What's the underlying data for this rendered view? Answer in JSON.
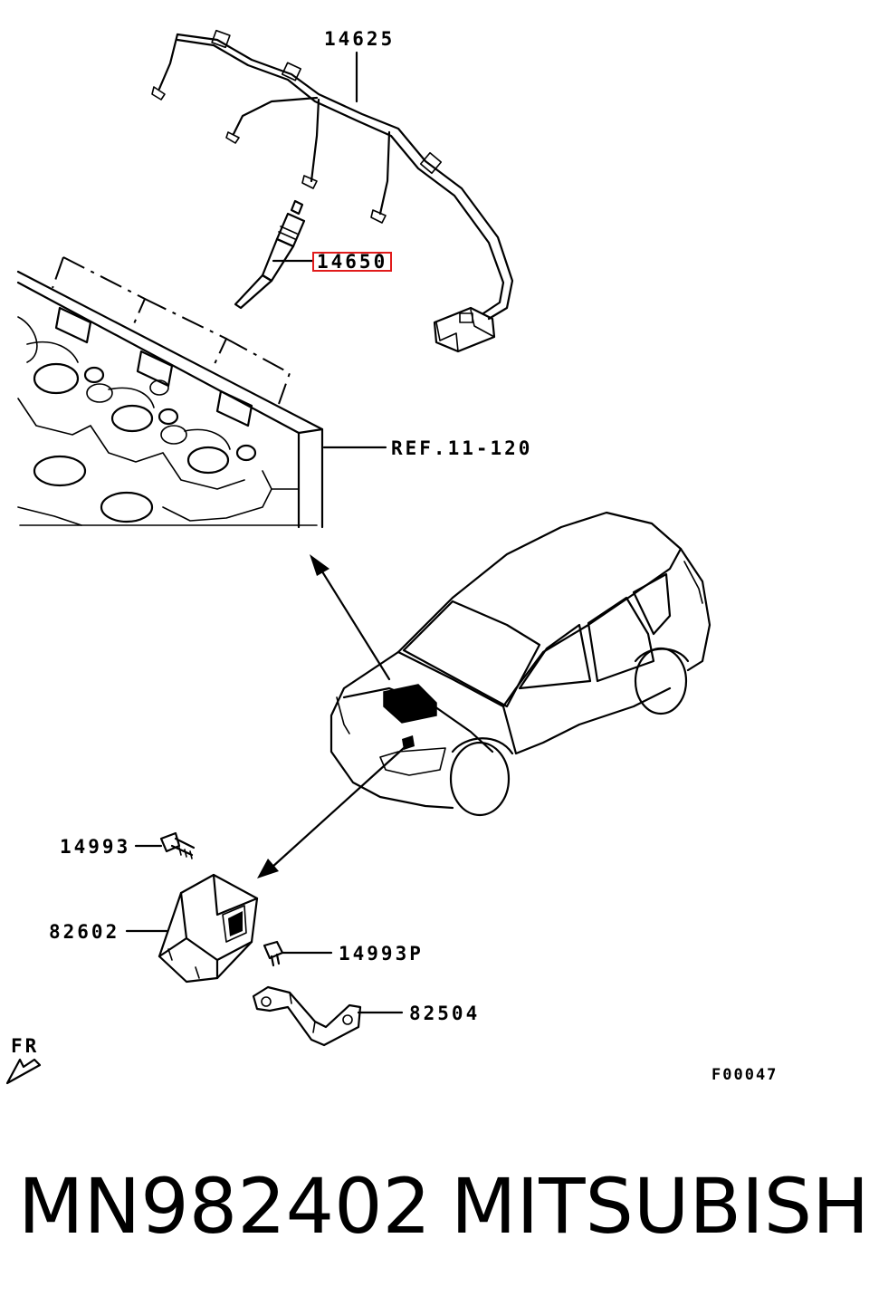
{
  "callouts": {
    "harness": "14625",
    "glow_plug": "14650",
    "reference": "REF.11-120",
    "bolt_upper": "14993",
    "controller": "82602",
    "bolt_lower": "14993P",
    "bracket": "82504"
  },
  "orientation_label": "FR",
  "figure_code": "F00047",
  "caption": {
    "part_number": "MN982402",
    "brand": "MITSUBISHI"
  },
  "colors": {
    "highlight_box": "#e11b1b",
    "ink": "#000000"
  }
}
